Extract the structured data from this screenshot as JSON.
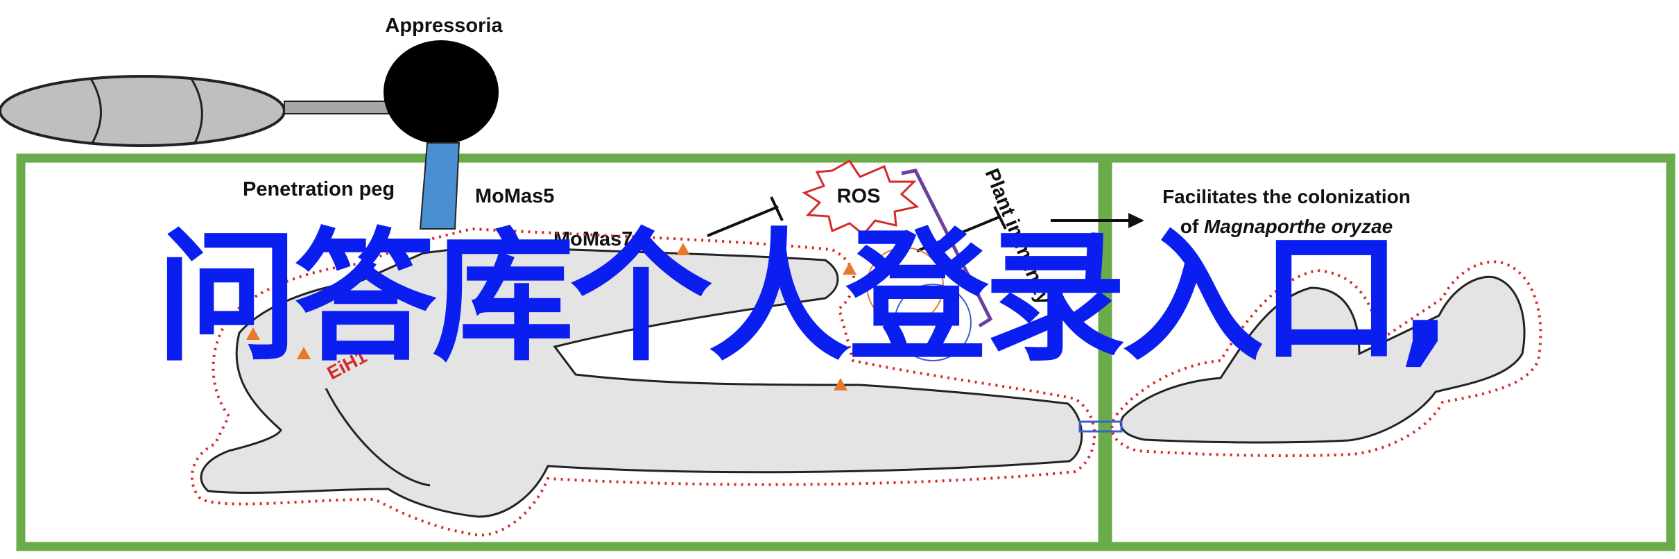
{
  "labels": {
    "appressoria": "Appressoria",
    "penetration_peg": "Penetration peg",
    "momas5": "MoMas5",
    "momas7": "MoMas7",
    "ros": "ROS",
    "plant_immunity": "Plant immunity",
    "eih1": "EiH1",
    "facilitates_line1": "Facilitates the colonization",
    "facilitates_line2_prefix": "of ",
    "facilitates_line2_species": "Magnaporthe oryzae"
  },
  "overlay_text": "问答库个人登录入口,",
  "colors": {
    "frame_green": "#6aab4a",
    "red_dotted": "#d42a2a",
    "peg_blue": "#4a8fd1",
    "ros_red": "#d42a2a",
    "purple_bracket": "#6b3fa0",
    "overlay_blue": "#0a1ef0",
    "cell_fill": "#e4e4e4",
    "marker_orange": "#e8792a"
  }
}
